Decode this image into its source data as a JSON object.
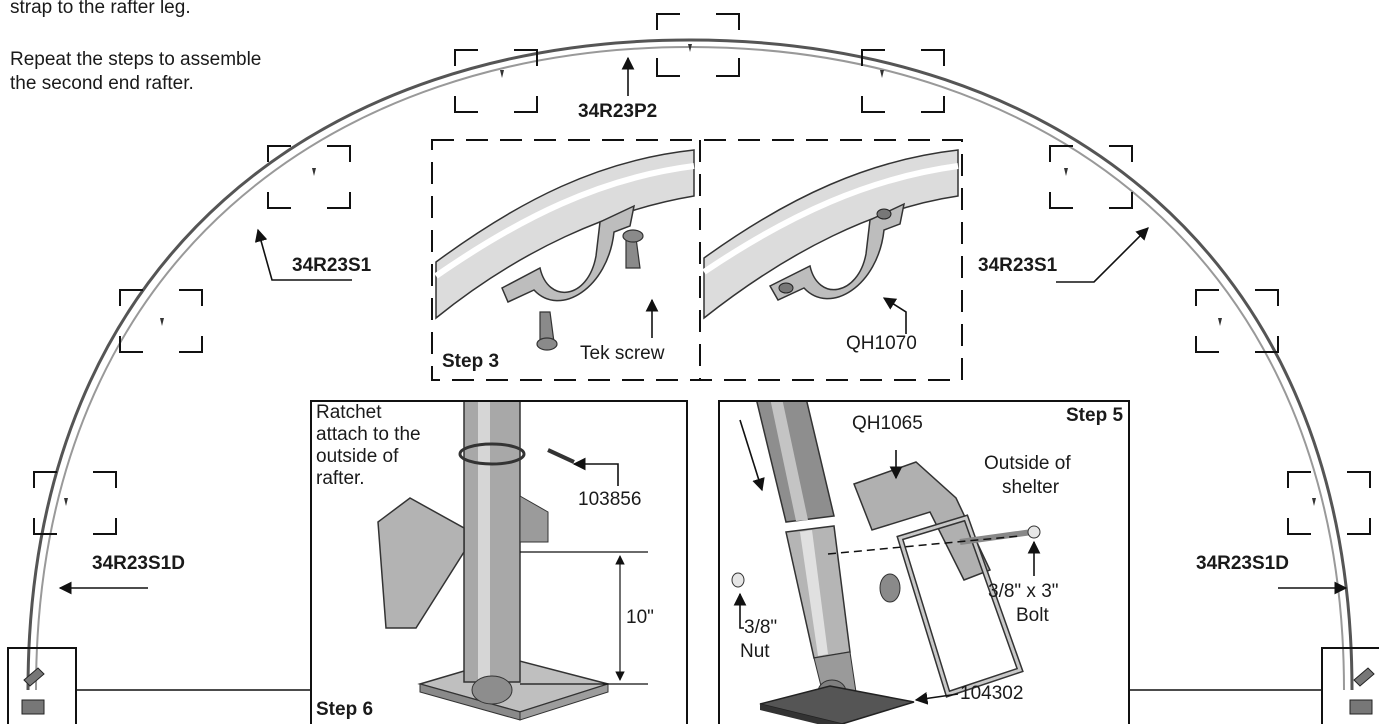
{
  "intro": {
    "line1": "strap to the rafter leg.",
    "repeat_line1": "Repeat the steps to assemble",
    "repeat_line2": "the second end rafter."
  },
  "part_labels": {
    "top": "34R23P2",
    "upper_left": "34R23S1",
    "upper_right": "34R23S1",
    "lower_left": "34R23S1D",
    "lower_right": "34R23S1D"
  },
  "step3": {
    "title": "Step 3",
    "screw": "Tek screw",
    "strap": "QH1070"
  },
  "step6": {
    "title": "Step 6",
    "note_lines": [
      "Ratchet",
      "attach to the",
      "outside of",
      "rafter."
    ],
    "part": "103856",
    "dimension": "10\""
  },
  "step5": {
    "title": "Step 5",
    "ratchet": "QH1065",
    "outside_line1": "Outside of",
    "outside_line2": "shelter",
    "bolt_line1": "3/8\" x 3\"",
    "bolt_line2": "Bolt",
    "nut_line1": "3/8\"",
    "nut_line2": "Nut",
    "base": "104302"
  },
  "colors": {
    "line": "#111111",
    "metal_light": "#d9d9d9",
    "metal_mid": "#a6a6a6",
    "metal_dark": "#5a5a5a"
  }
}
